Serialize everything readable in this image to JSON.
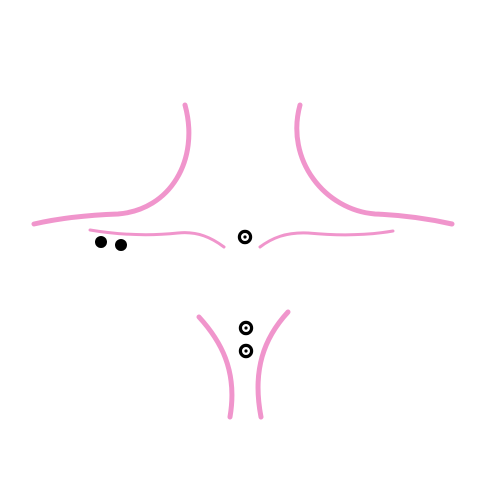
{
  "colors": {
    "curve": "#f095cc",
    "point": "#000000",
    "background": "#ffffff"
  },
  "curves": [
    {
      "id": "upper-left-branch"
    },
    {
      "id": "upper-right-branch"
    },
    {
      "id": "middle-left-branch"
    },
    {
      "id": "middle-right-branch"
    },
    {
      "id": "lower-left-branch"
    },
    {
      "id": "lower-right-branch"
    }
  ],
  "points": [
    {
      "id": "solid-point-1",
      "style": "solid"
    },
    {
      "id": "solid-point-2",
      "style": "solid"
    },
    {
      "id": "center-point",
      "style": "ring"
    },
    {
      "id": "lower-point-1",
      "style": "ring"
    },
    {
      "id": "lower-point-2",
      "style": "ring"
    }
  ]
}
